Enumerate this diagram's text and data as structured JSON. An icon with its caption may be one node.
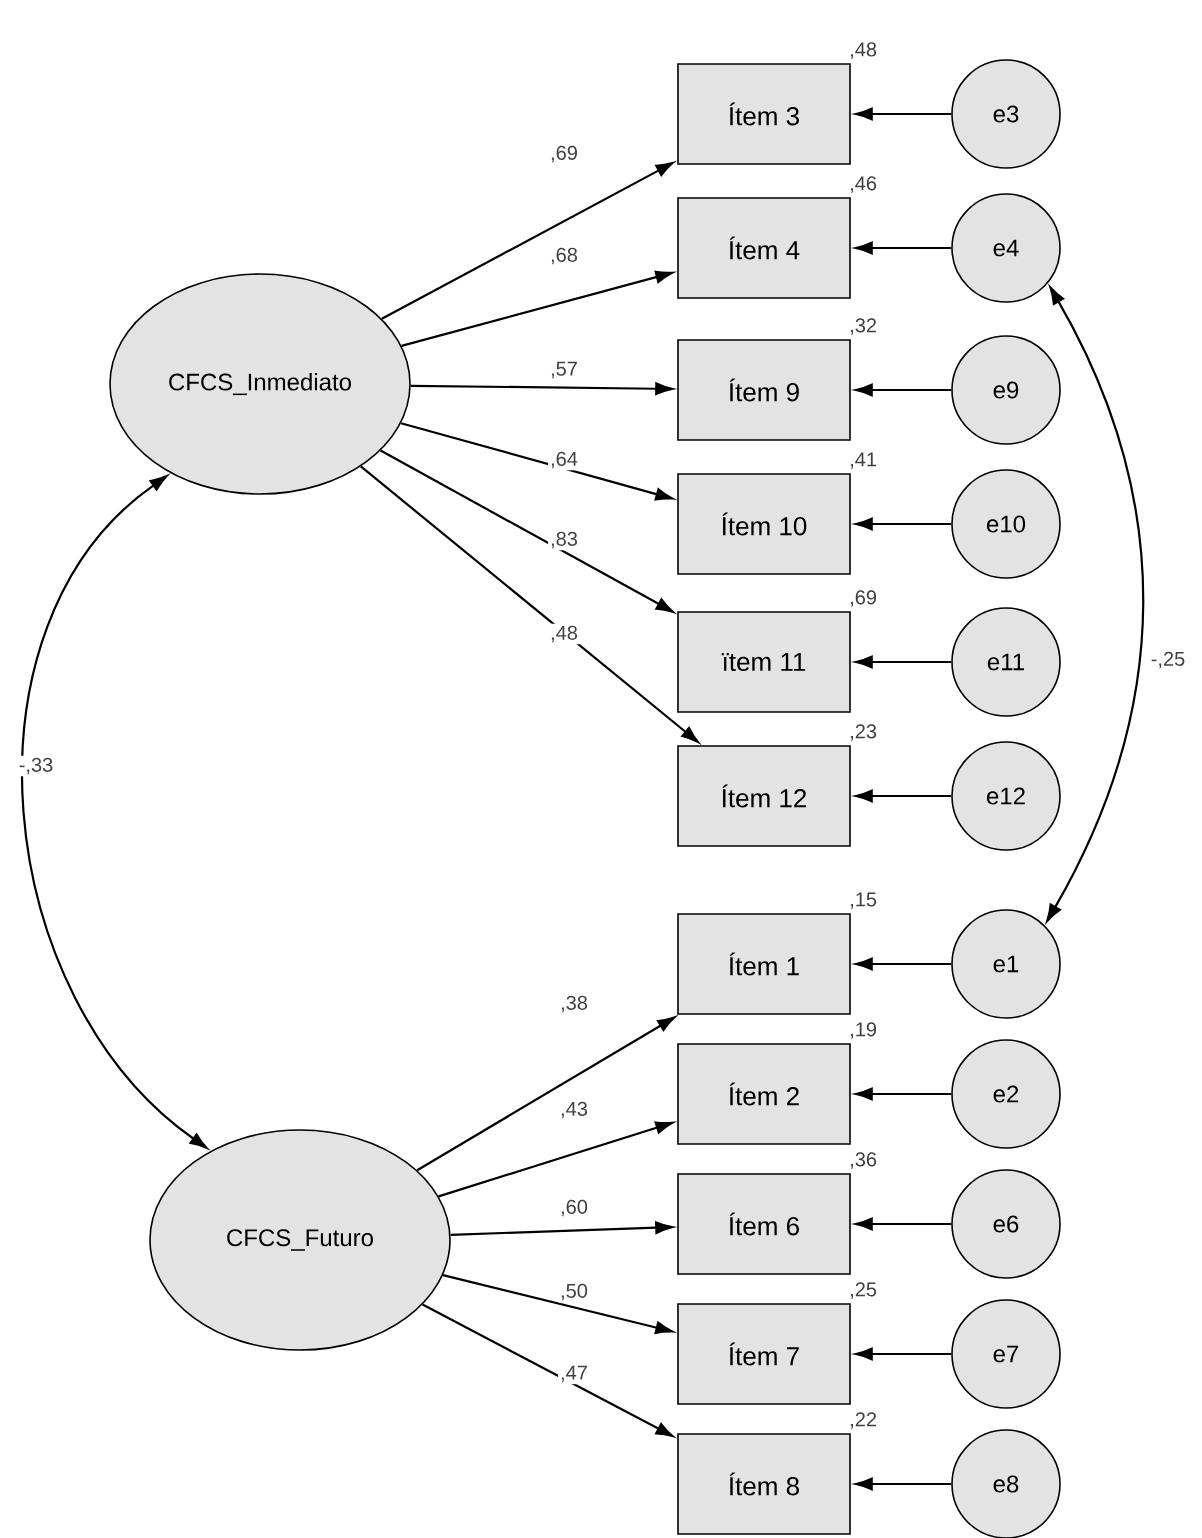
{
  "diagram": {
    "nodes": [
      {
        "text": [
          "CFCS_Inmediato"
        ]
      },
      {
        "text": [
          "Ítem 3"
        ],
        "beside": [
          ",48"
        ]
      },
      {
        "text": [
          "Ítem 4"
        ],
        "beside": [
          ",46"
        ]
      },
      {
        "text": [
          "Ítem 9"
        ],
        "beside": [
          ",32"
        ]
      },
      {
        "text": [
          "Ítem 10"
        ],
        "beside": [
          ",41"
        ]
      },
      {
        "text": [
          "ïtem 11"
        ],
        "beside": [
          ",69"
        ]
      },
      {
        "text": [
          "Ítem 12"
        ],
        "beside": [
          ",23"
        ]
      },
      {
        "text": [
          "CFCS_Futuro"
        ]
      },
      {
        "text": [
          "Ítem 1"
        ],
        "beside": [
          ",15"
        ]
      },
      {
        "text": [
          "Ítem 2"
        ],
        "beside": [
          ",19"
        ]
      },
      {
        "text": [
          "Ítem 6"
        ],
        "beside": [
          ",36"
        ]
      },
      {
        "text": [
          "Ítem 7"
        ],
        "beside": [
          ",25"
        ]
      },
      {
        "text": [
          "Ítem 8"
        ],
        "beside": [
          ",22"
        ]
      },
      {
        "text": [
          "e3"
        ]
      },
      {
        "text": [
          "e4"
        ]
      },
      {
        "text": [
          "e9"
        ]
      },
      {
        "text": [
          "e10"
        ]
      },
      {
        "text": [
          "e11"
        ]
      },
      {
        "text": [
          "e12"
        ]
      },
      {
        "text": [
          "e1"
        ]
      },
      {
        "text": [
          "e2"
        ]
      },
      {
        "text": [
          "e6"
        ]
      },
      {
        "text": [
          "e7"
        ]
      },
      {
        "text": [
          "e8"
        ]
      }
    ],
    "edges": [
      {
        "from": 0,
        "to": 1,
        "arrow": "to",
        "label": ",69"
      },
      {
        "from": 0,
        "to": 2,
        "arrow": "to",
        "label": ",68"
      },
      {
        "from": 0,
        "to": 3,
        "arrow": "to",
        "label": ",57"
      },
      {
        "from": 0,
        "to": 4,
        "arrow": "to",
        "label": ",64"
      },
      {
        "from": 0,
        "to": 5,
        "arrow": "to",
        "label": ",83"
      },
      {
        "from": 0,
        "to": 6,
        "arrow": "to",
        "label": ",48"
      },
      {
        "from": 7,
        "to": 8,
        "arrow": "to",
        "label": ",38"
      },
      {
        "from": 7,
        "to": 9,
        "arrow": "to",
        "label": ",43"
      },
      {
        "from": 7,
        "to": 10,
        "arrow": "to",
        "label": ",60"
      },
      {
        "from": 7,
        "to": 11,
        "arrow": "to",
        "label": ",50"
      },
      {
        "from": 7,
        "to": 12,
        "arrow": "to",
        "label": ",47"
      },
      {
        "from": 13,
        "to": 1,
        "arrow": "to"
      },
      {
        "from": 14,
        "to": 2,
        "arrow": "to"
      },
      {
        "from": 15,
        "to": 3,
        "arrow": "to"
      },
      {
        "from": 16,
        "to": 4,
        "arrow": "to"
      },
      {
        "from": 17,
        "to": 5,
        "arrow": "to"
      },
      {
        "from": 18,
        "to": 6,
        "arrow": "to"
      },
      {
        "from": 19,
        "to": 8,
        "arrow": "to"
      },
      {
        "from": 20,
        "to": 9,
        "arrow": "to"
      },
      {
        "from": 21,
        "to": 10,
        "arrow": "to"
      },
      {
        "from": 22,
        "to": 11,
        "arrow": "to"
      },
      {
        "from": 23,
        "to": 12,
        "arrow": "to"
      },
      {
        "from": 0,
        "to": 7,
        "arrow": "both",
        "label": "-,33"
      },
      {
        "from": 14,
        "to": 19,
        "arrow": "both",
        "label": "-,25"
      }
    ]
  }
}
